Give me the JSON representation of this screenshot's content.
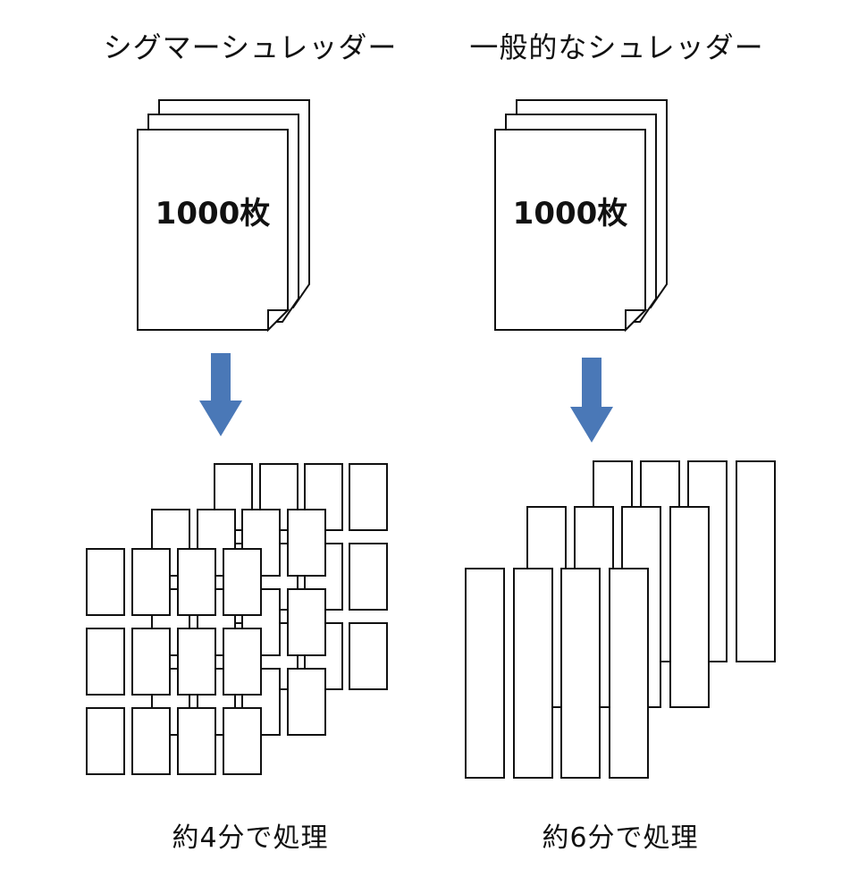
{
  "left": {
    "title": "シグマーシュレッダー",
    "stack_label": "1000枚",
    "caption": "約4分で処理"
  },
  "right": {
    "title": "一般的なシュレッダー",
    "stack_label": "1000枚",
    "caption": "約6分で処理"
  },
  "colors": {
    "arrow": "#4a78b7",
    "outline": "#111111",
    "background": "#ffffff"
  }
}
